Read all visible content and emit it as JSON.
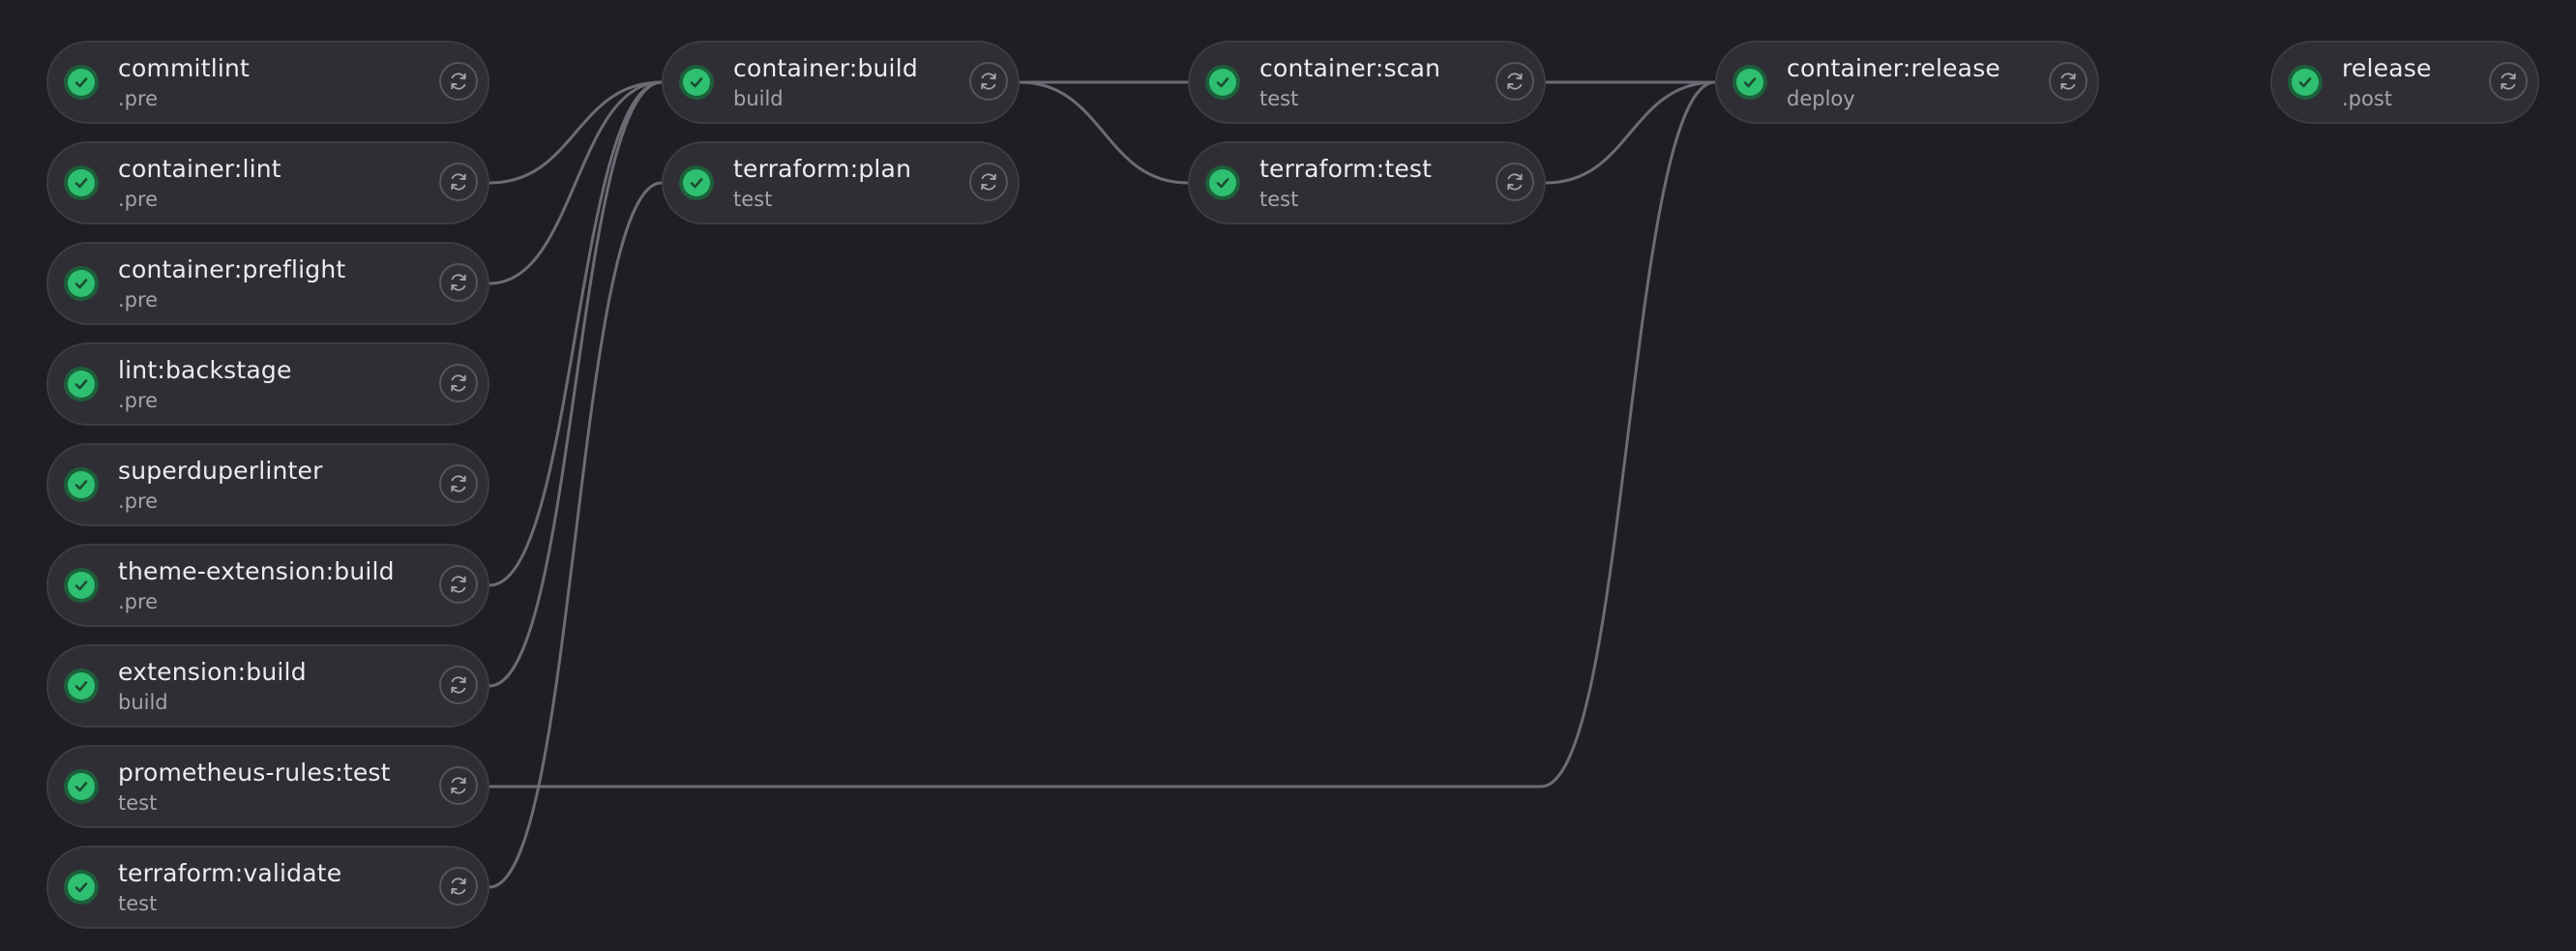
{
  "status_color": "#2fbf71",
  "retry_icon": "retry-icon",
  "columns": [
    {
      "jobs": [
        {
          "name": "commitlint",
          "stage": ".pre",
          "status": "passed"
        },
        {
          "name": "container:lint",
          "stage": ".pre",
          "status": "passed"
        },
        {
          "name": "container:preflight",
          "stage": ".pre",
          "status": "passed"
        },
        {
          "name": "lint:backstage",
          "stage": ".pre",
          "status": "passed"
        },
        {
          "name": "superduperlinter",
          "stage": ".pre",
          "status": "passed"
        },
        {
          "name": "theme-extension:build",
          "stage": ".pre",
          "status": "passed"
        },
        {
          "name": "extension:build",
          "stage": "build",
          "status": "passed"
        },
        {
          "name": "prometheus-rules:test",
          "stage": "test",
          "status": "passed"
        },
        {
          "name": "terraform:validate",
          "stage": "test",
          "status": "passed"
        }
      ]
    },
    {
      "jobs": [
        {
          "name": "container:build",
          "stage": "build",
          "status": "passed"
        },
        {
          "name": "terraform:plan",
          "stage": "test",
          "status": "passed"
        }
      ]
    },
    {
      "jobs": [
        {
          "name": "container:scan",
          "stage": "test",
          "status": "passed"
        },
        {
          "name": "terraform:test",
          "stage": "test",
          "status": "passed"
        }
      ]
    },
    {
      "jobs": [
        {
          "name": "container:release",
          "stage": "deploy",
          "status": "passed"
        }
      ]
    },
    {
      "jobs": [
        {
          "name": "release",
          "stage": ".post",
          "status": "passed"
        }
      ]
    }
  ],
  "dependencies": [
    {
      "from": "container:lint",
      "to": "container:build"
    },
    {
      "from": "container:preflight",
      "to": "container:build"
    },
    {
      "from": "theme-extension:build",
      "to": "container:build"
    },
    {
      "from": "extension:build",
      "to": "container:build"
    },
    {
      "from": "terraform:validate",
      "to": "terraform:plan"
    },
    {
      "from": "container:build",
      "to": "container:scan"
    },
    {
      "from": "container:build",
      "to": "terraform:test"
    },
    {
      "from": "container:scan",
      "to": "container:release"
    },
    {
      "from": "terraform:test",
      "to": "container:release"
    },
    {
      "from": "prometheus-rules:test",
      "to": "container:release"
    }
  ]
}
